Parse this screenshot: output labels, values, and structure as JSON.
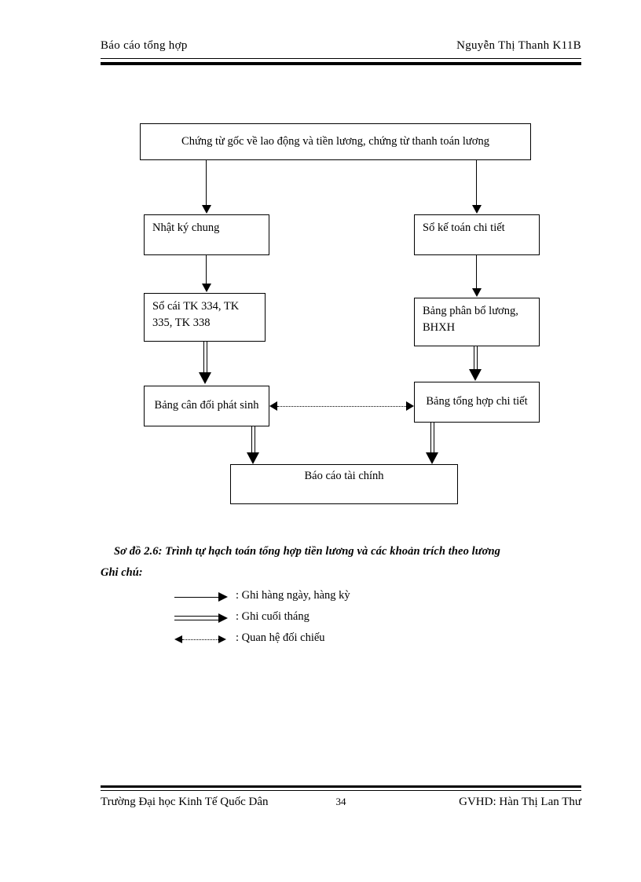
{
  "header": {
    "left": "Báo cáo tổng hợp",
    "right": "Nguyễn Thị Thanh K11B"
  },
  "diagram": {
    "nodes": {
      "source_documents": "Chứng từ gốc về lao động và tiền lương, chứng từ thanh toán lương",
      "general_journal": "Nhật ký chung",
      "detail_ledger": "Sổ kế toán chi tiết",
      "general_ledger": "Sổ cái TK 334, TK 335, TK 338",
      "allocation_table": "Bảng phân bổ lương, BHXH",
      "trial_balance": "Bảng cân đối phát sinh",
      "detail_summary": "Bảng tổng hợp chi tiết",
      "financial_report": "Báo cáo tài chính"
    }
  },
  "caption": {
    "title": "Sơ đồ 2.6: Trình tự hạch toán tổng hợp tiền lương và các khoản trích theo lương",
    "note_label": "Ghi chú:"
  },
  "legend": {
    "items": [
      {
        "glyph": "single-arrow",
        "text": ": Ghi hàng ngày, hàng kỳ"
      },
      {
        "glyph": "double-arrow",
        "text": ": Ghi cuối tháng"
      },
      {
        "glyph": "dotted-bidirectional-arrow",
        "text": ": Quan hệ đối chiếu"
      }
    ]
  },
  "footer": {
    "left": "Trường Đại học Kinh Tế Quốc Dân",
    "page_number": "34",
    "right": "GVHD: Hàn Thị Lan Thư"
  }
}
